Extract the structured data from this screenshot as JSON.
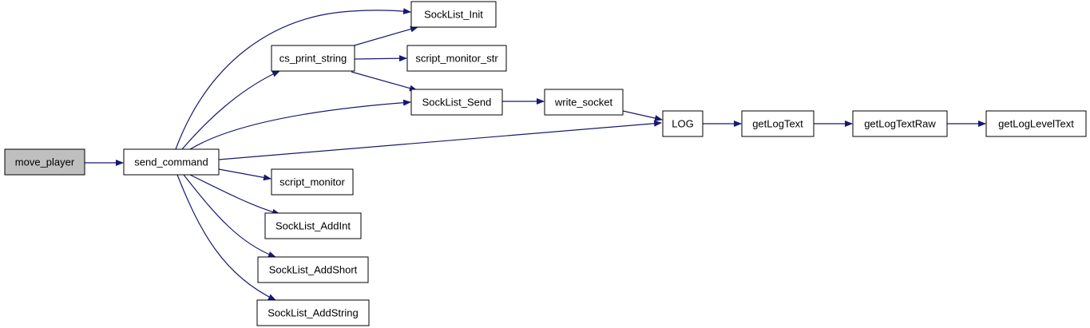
{
  "colors": {
    "edge": "#191970",
    "node_fill": "#ffffff",
    "root_fill": "#bfbfbf",
    "border": "#000000"
  },
  "nodes": [
    {
      "id": "move_player",
      "label": "move_player",
      "root": true
    },
    {
      "id": "send_command",
      "label": "send_command"
    },
    {
      "id": "cs_print_string",
      "label": "cs_print_string"
    },
    {
      "id": "SockList_Init",
      "label": "SockList_Init"
    },
    {
      "id": "script_monitor_str",
      "label": "script_monitor_str"
    },
    {
      "id": "SockList_Send",
      "label": "SockList_Send"
    },
    {
      "id": "write_socket",
      "label": "write_socket"
    },
    {
      "id": "LOG",
      "label": "LOG"
    },
    {
      "id": "getLogText",
      "label": "getLogText"
    },
    {
      "id": "getLogTextRaw",
      "label": "getLogTextRaw"
    },
    {
      "id": "getLogLevelText",
      "label": "getLogLevelText"
    },
    {
      "id": "script_monitor",
      "label": "script_monitor"
    },
    {
      "id": "SockList_AddInt",
      "label": "SockList_AddInt"
    },
    {
      "id": "SockList_AddShort",
      "label": "SockList_AddShort"
    },
    {
      "id": "SockList_AddString",
      "label": "SockList_AddString"
    }
  ],
  "edges": [
    {
      "from": "move_player",
      "to": "send_command"
    },
    {
      "from": "send_command",
      "to": "SockList_Init"
    },
    {
      "from": "send_command",
      "to": "cs_print_string"
    },
    {
      "from": "send_command",
      "to": "SockList_Send"
    },
    {
      "from": "send_command",
      "to": "LOG"
    },
    {
      "from": "send_command",
      "to": "script_monitor"
    },
    {
      "from": "send_command",
      "to": "SockList_AddInt"
    },
    {
      "from": "send_command",
      "to": "SockList_AddShort"
    },
    {
      "from": "send_command",
      "to": "SockList_AddString"
    },
    {
      "from": "cs_print_string",
      "to": "SockList_Init"
    },
    {
      "from": "cs_print_string",
      "to": "script_monitor_str"
    },
    {
      "from": "cs_print_string",
      "to": "SockList_Send"
    },
    {
      "from": "SockList_Send",
      "to": "write_socket"
    },
    {
      "from": "write_socket",
      "to": "LOG"
    },
    {
      "from": "LOG",
      "to": "getLogText"
    },
    {
      "from": "getLogText",
      "to": "getLogTextRaw"
    },
    {
      "from": "getLogTextRaw",
      "to": "getLogLevelText"
    }
  ]
}
